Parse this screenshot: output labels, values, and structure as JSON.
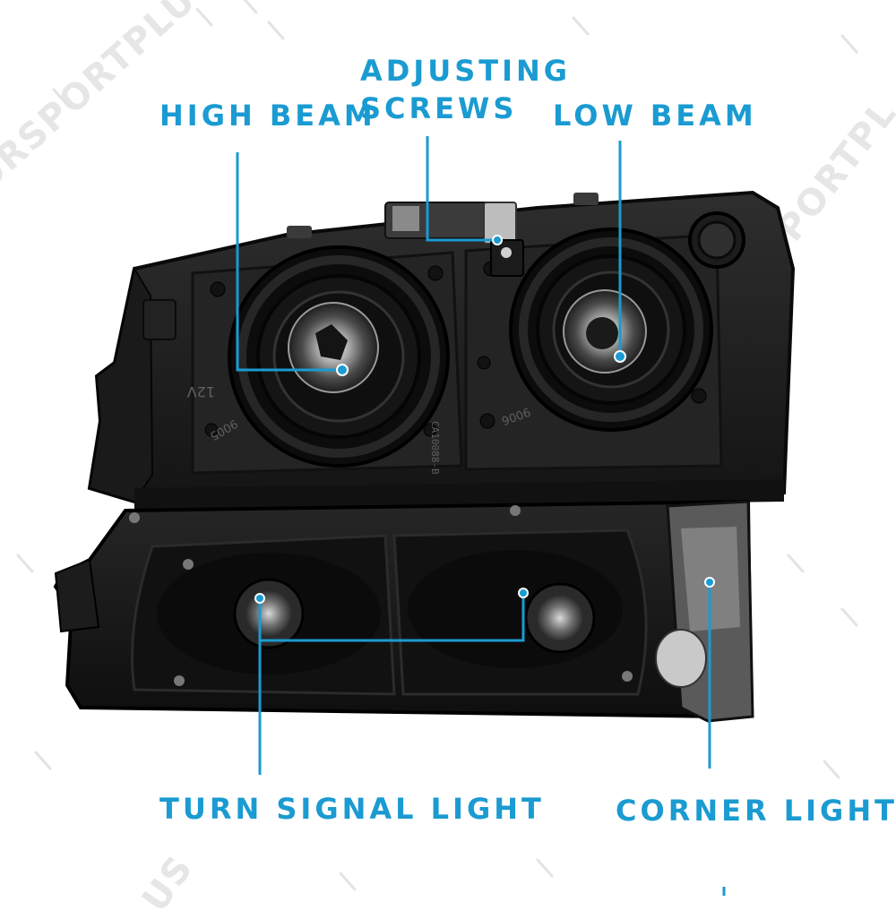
{
  "diagram": {
    "accent_color": "#1a9bd1",
    "labels": {
      "high_beam": "HIGH BEAM",
      "adjusting_line1": "ADJUSTING",
      "adjusting_line2": "SCREWS",
      "low_beam": "LOW BEAM",
      "turn_signal": "TURN SIGNAL LIGHT",
      "corner": "CORNER LIGHT"
    },
    "watermarks": {
      "top_left": "ORSPORTPLUS",
      "top_right": "RSPORTPL",
      "bottom_left": "US"
    },
    "part_markings": {
      "voltage": "12V",
      "left_code": "CA10088-B",
      "left_model": "9005",
      "right_model": "9006"
    }
  }
}
